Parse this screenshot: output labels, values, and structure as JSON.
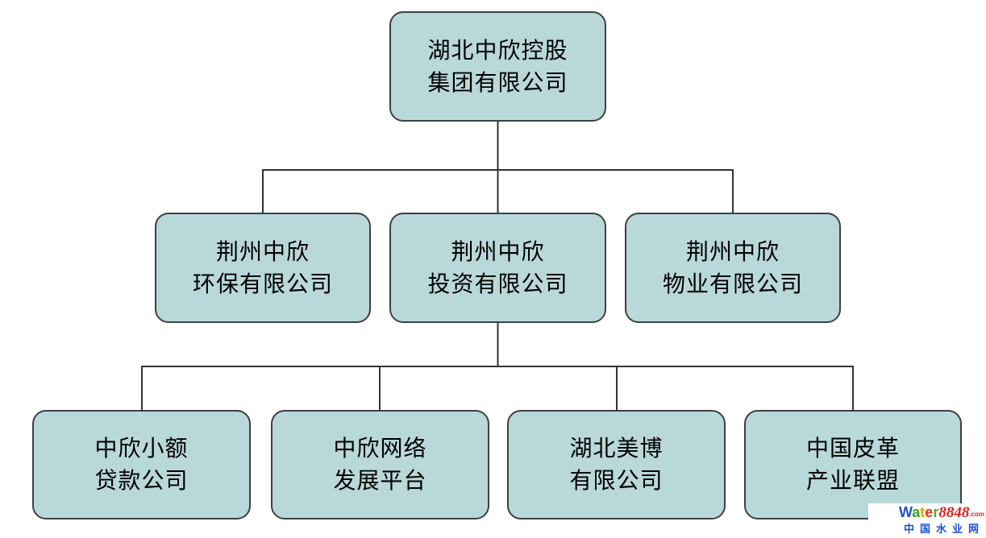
{
  "org": {
    "root": {
      "line1": "湖北中欣控股",
      "line2": "集团有限公司"
    },
    "level2": [
      {
        "line1": "荆州中欣",
        "line2": "环保有限公司"
      },
      {
        "line1": "荆州中欣",
        "line2": "投资有限公司"
      },
      {
        "line1": "荆州中欣",
        "line2": "物业有限公司"
      }
    ],
    "level3": [
      {
        "line1": "中欣小额",
        "line2": "贷款公司"
      },
      {
        "line1": "中欣网络",
        "line2": "发展平台"
      },
      {
        "line1": "湖北美博",
        "line2": "有限公司"
      },
      {
        "line1": "中国皮革",
        "line2": "产业联盟"
      }
    ]
  },
  "colors": {
    "box_fill": "#b9d8da",
    "box_border": "#3f3f3f",
    "connector": "#333333",
    "text": "#000000"
  },
  "watermark": {
    "brand_letters": [
      {
        "ch": "W",
        "color": "#2050c8"
      },
      {
        "ch": "a",
        "color": "#3c9e28"
      },
      {
        "ch": "t",
        "color": "#f0a000"
      },
      {
        "ch": "e",
        "color": "#e03020"
      },
      {
        "ch": "r",
        "color": "#52aa28"
      }
    ],
    "brand_number": "8848",
    "brand_suffix": ".com",
    "number_color": "#e02020",
    "site_name": "中国水业网",
    "site_color": "#1a50d2"
  }
}
